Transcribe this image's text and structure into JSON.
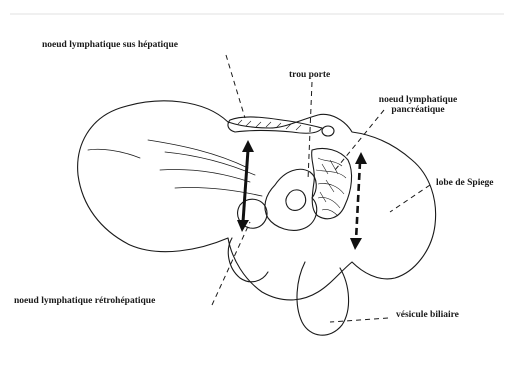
{
  "labels": {
    "sus_hepatique": "noeud lymphatique sus hépatique",
    "trou_porte": "trou porte",
    "pancreatique_line1": "noeud lymphatique",
    "pancreatique_line2": "pancréatique",
    "lobe_spiegel": "lobe de Spiege",
    "retrohepatique": "noeud lymphatique rétrohépatique",
    "vesicule": "vésicule biliaire"
  }
}
